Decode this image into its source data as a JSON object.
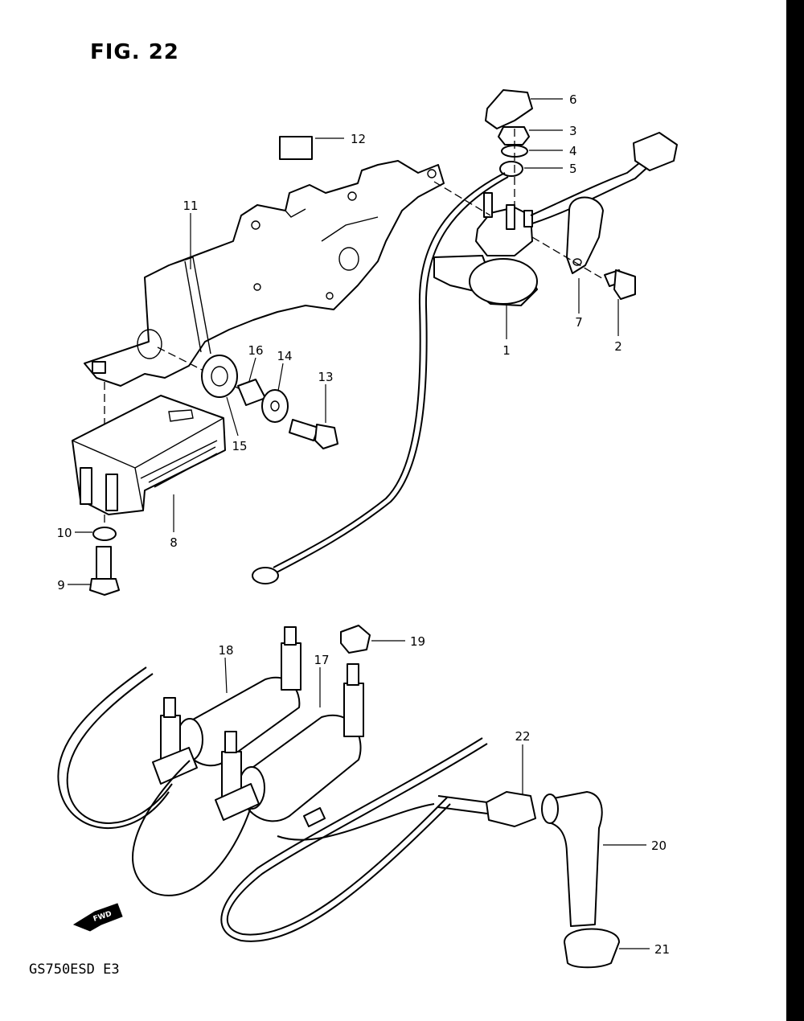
{
  "figure": {
    "title": "FIG. 22",
    "model_code": "GS750ESD  E3",
    "fwd_label": "FWD"
  },
  "callouts": [
    {
      "id": "1",
      "label": "1"
    },
    {
      "id": "2",
      "label": "2"
    },
    {
      "id": "3",
      "label": "3"
    },
    {
      "id": "4",
      "label": "4"
    },
    {
      "id": "5",
      "label": "5"
    },
    {
      "id": "6",
      "label": "6"
    },
    {
      "id": "7",
      "label": "7"
    },
    {
      "id": "8",
      "label": "8"
    },
    {
      "id": "9",
      "label": "9"
    },
    {
      "id": "10",
      "label": "10"
    },
    {
      "id": "11",
      "label": "11"
    },
    {
      "id": "12",
      "label": "12"
    },
    {
      "id": "13",
      "label": "13"
    },
    {
      "id": "14",
      "label": "14"
    },
    {
      "id": "15",
      "label": "15"
    },
    {
      "id": "16",
      "label": "16"
    },
    {
      "id": "17",
      "label": "17"
    },
    {
      "id": "18",
      "label": "18"
    },
    {
      "id": "19",
      "label": "19"
    },
    {
      "id": "20",
      "label": "20"
    },
    {
      "id": "21",
      "label": "21"
    },
    {
      "id": "22",
      "label": "22"
    }
  ]
}
